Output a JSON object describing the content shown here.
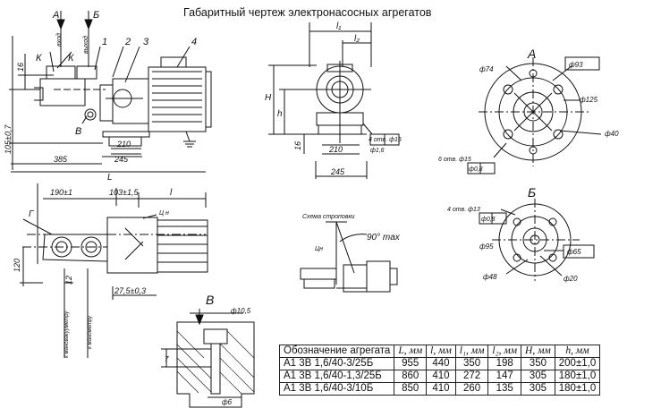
{
  "title": "Габаритный чертеж электронасосных агрегатов",
  "labels": {
    "view_a_top": "А",
    "view_b_top": "Б",
    "vhod": "вход",
    "vyhod": "выход",
    "k_left": "К",
    "k_right": "К",
    "n1": "1",
    "n2": "2",
    "n3": "3",
    "n4": "4",
    "v_arrow": "В",
    "d16": "16",
    "d105": "105±0,7",
    "d210": "210",
    "d245": "245",
    "d385": "385",
    "dL": "L",
    "dl1": "l₁",
    "dl2": "l₂",
    "dH": "H",
    "dh": "h",
    "d16b": "16",
    "d210b": "210",
    "d245b": "245",
    "holes1": "4 отв. ф15",
    "tol1": "ф1,6",
    "view_a_label": "А",
    "d74": "ф74",
    "d93": "ф93",
    "d125": "ф125",
    "d40": "ф40",
    "holes2": "6 отв. ф15",
    "tol2": "ф0,8",
    "d190": "190±1",
    "d103": "103±1,5",
    "dl": "l",
    "g_label": "Г",
    "ts_n": "Ц н",
    "d120": "120",
    "d12": "12",
    "d275": "27,5±0,3",
    "k_manovak": "к мановакууметру",
    "k_manom": "к манометру",
    "scheme": "Схема строповки",
    "ts_n2": "Цн",
    "deg90": "90° max",
    "view_b_label": "Б",
    "holes3": "4 отв. ф13",
    "tol3": "ф0,8",
    "d95": "ф95",
    "d65": "ф65",
    "d48": "ф48",
    "d20": "ф20",
    "view_v_label": "В",
    "d105b": "ф10,5",
    "d7": "7",
    "d6": "ф6"
  },
  "table": {
    "headers": [
      "Обозначение агрегата",
      "L, мм",
      "l, мм",
      "l₁, мм",
      "l₂, мм",
      "H, мм",
      "h, мм"
    ],
    "rows": [
      [
        "А1 3В 1,6/40-3/25Б",
        "955",
        "440",
        "350",
        "198",
        "350",
        "200±1,0"
      ],
      [
        "А1 3В 1,6/40-1,3/25Б",
        "860",
        "410",
        "272",
        "147",
        "305",
        "180±1,0"
      ],
      [
        "А1 3В 1,6/40-3/10Б",
        "850",
        "410",
        "260",
        "135",
        "305",
        "180±1,0"
      ]
    ]
  }
}
